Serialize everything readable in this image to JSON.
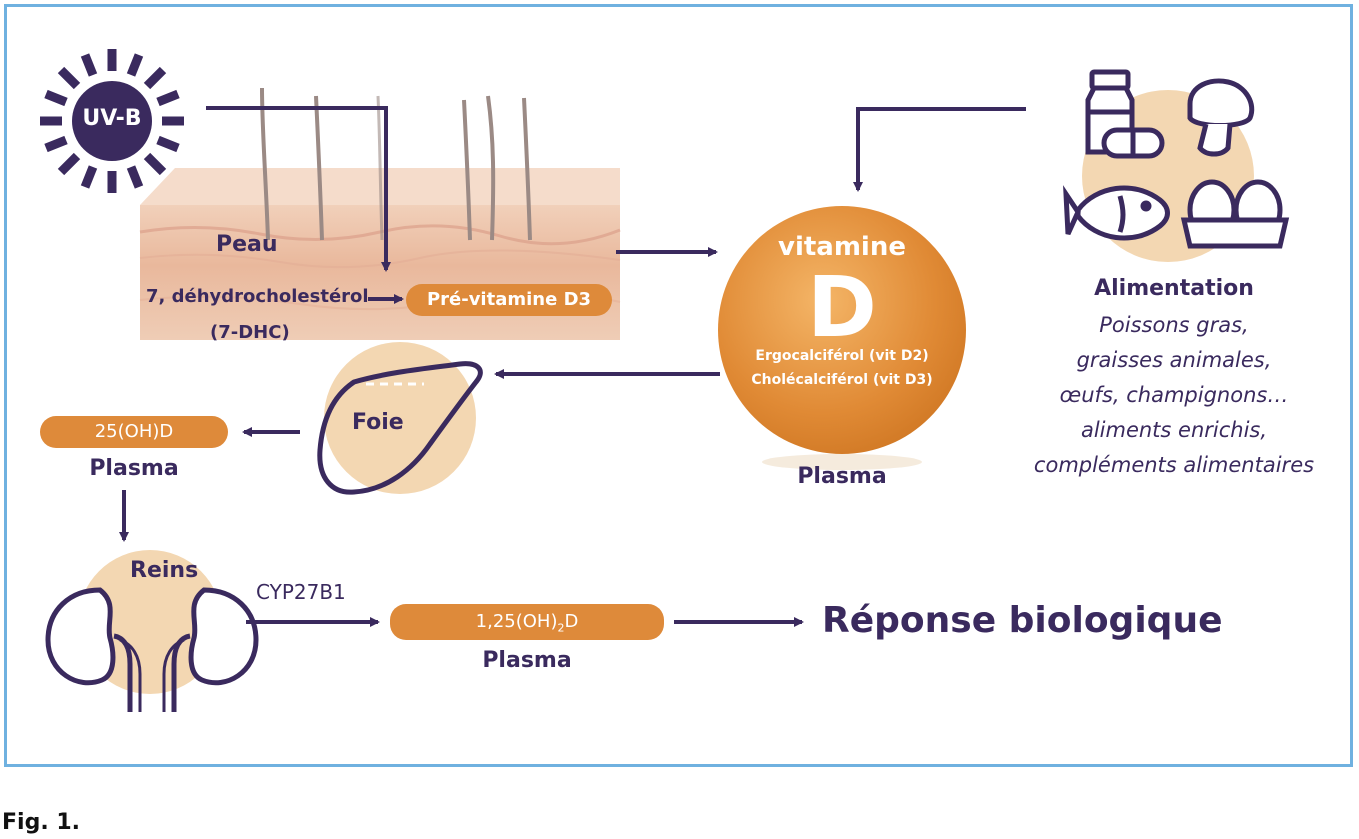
{
  "colors": {
    "frame": "#6fb1e0",
    "ink": "#3a2a5e",
    "orange": "#de8a3a",
    "peach": "#f3d7b2",
    "skin": "#ecc2a9"
  },
  "icons": [
    "sun-icon",
    "skin-layer-icon",
    "liver-icon",
    "kidneys-icon",
    "pill-bottle-icon",
    "mushroom-icon",
    "fish-icon",
    "eggs-icon"
  ],
  "sun": {
    "label": "UV-B"
  },
  "skin": {
    "label": "Peau",
    "precursor_line1": "7, déhydrocholestérol",
    "precursor_line2": "(7-DHC)",
    "product": "Pré-vitamine D3"
  },
  "vitd": {
    "top": "vitamine",
    "letter": "D",
    "line1": "Ergocalciférol (vit D2)",
    "line2": "Cholécalciférol (vit D3)",
    "plasma": "Plasma"
  },
  "diet": {
    "title": "Alimentation",
    "lines": [
      "Poissons gras,",
      "graisses animales,",
      "œufs, champignons…",
      "aliments enrichis,",
      "compléments alimentaires"
    ]
  },
  "liver": {
    "label": "Foie"
  },
  "metab25": {
    "label": "25(OH)D",
    "plasma": "Plasma"
  },
  "kidney": {
    "label": "Reins",
    "enzyme": "CYP27B1"
  },
  "metab125": {
    "prefix": "1,25(OH)",
    "sub": "2",
    "suffix": "D",
    "plasma": "Plasma"
  },
  "response": {
    "label": "Réponse biologique"
  },
  "caption": {
    "label": "Fig. 1."
  }
}
